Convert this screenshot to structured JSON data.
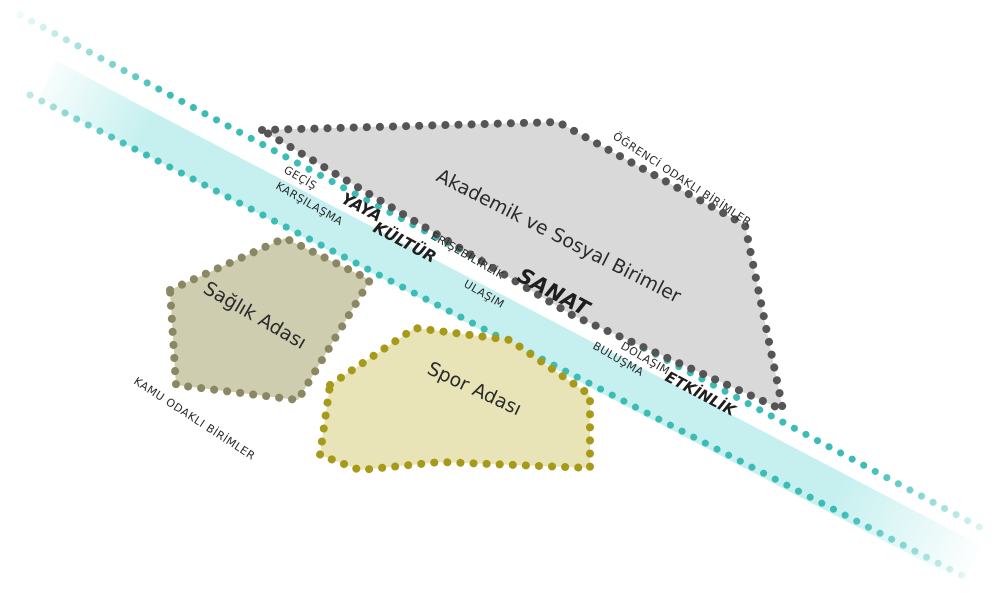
{
  "zones": {
    "akademik": {
      "label": "Akademik ve Sosyal Birimler",
      "fill": "#d9d9d9",
      "border": "#555555"
    },
    "saglik": {
      "label": "Sağlık Adası",
      "fill": "#cfcdb0",
      "border": "#8a8762"
    },
    "spor": {
      "label": "Spor Adası",
      "fill": "#e8e4b8",
      "border": "#a79a18"
    }
  },
  "side_labels": {
    "ogrenci": "ÖĞRENCİ ODAKLI BİRİMLER",
    "kamu": "KAMU ODAKLI BİRİMLER"
  },
  "corridor": {
    "color": "#3bbdb6",
    "words": {
      "gecis": "GEÇİŞ",
      "yaya": "YAYA",
      "karsilasma": "KARŞILAŞMA",
      "kultur": "KÜLTÜR",
      "erisebilirlik": "ERİŞEBİLİRLİK",
      "ulasim": "ULAŞIM",
      "sanat": "SANAT",
      "dolasim": "DOLAŞIM",
      "bulusma": "BULUŞMA",
      "etkinlik": "ETKİNLİK"
    }
  }
}
